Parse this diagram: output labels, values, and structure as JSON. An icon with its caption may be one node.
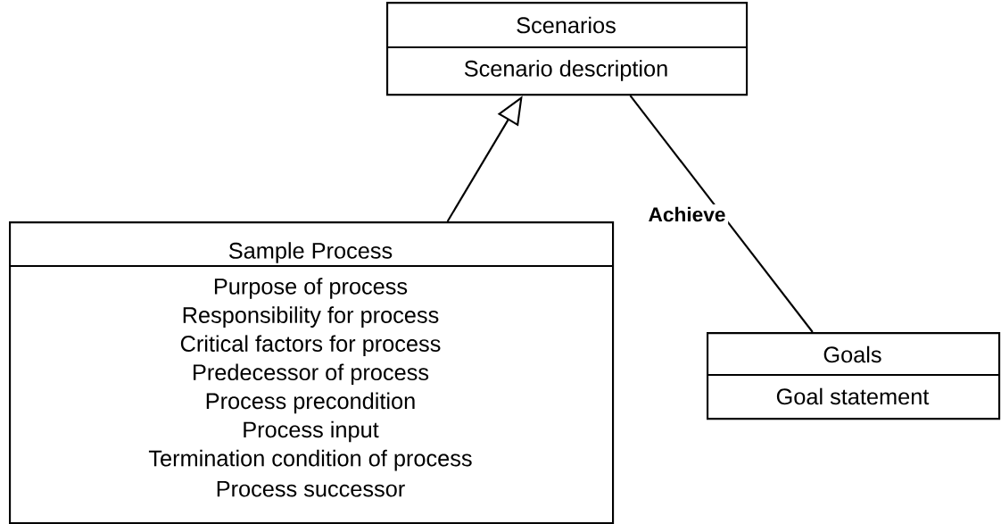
{
  "diagram": {
    "nodes": [
      {
        "text": [
          "Scenarios",
          "Scenario description"
        ]
      },
      {
        "text": [
          "Sample Process",
          "Purpose of process",
          "Responsibility for process",
          "Critical factors for process",
          "Predecessor of process",
          "Process precondition",
          "Process input",
          "Termination condition of process",
          "Process successor"
        ]
      },
      {
        "text": [
          "Goals",
          "Goal statement"
        ]
      }
    ],
    "edges": [
      {
        "from": 1,
        "to": 0,
        "arrow": "to"
      },
      {
        "from": 0,
        "to": 2,
        "arrow": "none",
        "label": "Achieve"
      }
    ]
  }
}
